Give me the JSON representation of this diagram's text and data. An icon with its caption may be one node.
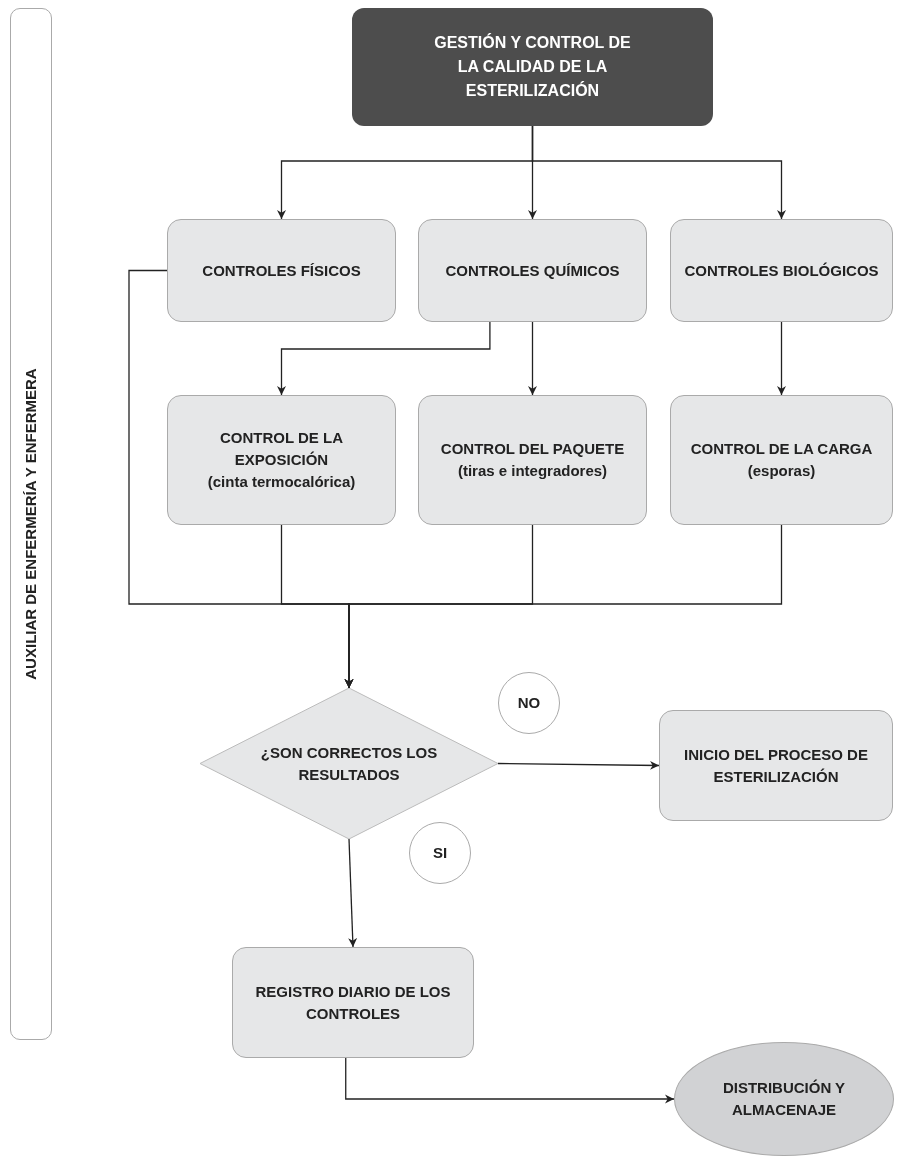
{
  "diagram": {
    "nodes": [
      {
        "text": [
          "AUXILIAR DE ENFERMERÍA Y ENFERMERA"
        ]
      },
      {
        "text": [
          "GESTIÓN Y CONTROL DE LA CALIDAD DE LA ESTERILIZACIÓN"
        ]
      },
      {
        "text": [
          "CONTROLES FÍSICOS"
        ]
      },
      {
        "text": [
          "CONTROLES QUÍMICOS"
        ]
      },
      {
        "text": [
          "CONTROLES BIOLÓGICOS"
        ]
      },
      {
        "text": [
          "CONTROL DE LA EXPOSICIÓN",
          "(cinta termocalórica)"
        ]
      },
      {
        "text": [
          "CONTROL DEL PAQUETE",
          "(tiras e integradores)"
        ]
      },
      {
        "text": [
          "CONTROL DE LA CARGA",
          "(esporas)"
        ]
      },
      {
        "text": [
          "¿SON CORRECTOS LOS RESULTADOS"
        ]
      },
      {
        "text": [
          "NO"
        ]
      },
      {
        "text": [
          "INICIO DEL PROCESO DE ESTERILIZACIÓN"
        ]
      },
      {
        "text": [
          "SI"
        ]
      },
      {
        "text": [
          "REGISTRO DIARIO DE LOS CONTROLES"
        ]
      },
      {
        "text": [
          "DISTRIBUCIÓN Y ALMACENAJE"
        ]
      }
    ],
    "edges": [
      {
        "from": 1,
        "to": 2,
        "arrow": "to"
      },
      {
        "from": 1,
        "to": 3,
        "arrow": "to"
      },
      {
        "from": 1,
        "to": 4,
        "arrow": "to"
      },
      {
        "from": 3,
        "to": 5,
        "arrow": "to"
      },
      {
        "from": 3,
        "to": 6,
        "arrow": "to"
      },
      {
        "from": 4,
        "to": 7,
        "arrow": "to"
      },
      {
        "from": 2,
        "to": 8,
        "arrow": "to"
      },
      {
        "from": 5,
        "to": 8,
        "arrow": "to"
      },
      {
        "from": 6,
        "to": 8,
        "arrow": "to"
      },
      {
        "from": 7,
        "to": 8,
        "arrow": "to"
      },
      {
        "from": 8,
        "to": 10,
        "arrow": "to"
      },
      {
        "from": 8,
        "to": 12,
        "arrow": "to"
      },
      {
        "from": 12,
        "to": 13,
        "arrow": "to"
      }
    ]
  }
}
